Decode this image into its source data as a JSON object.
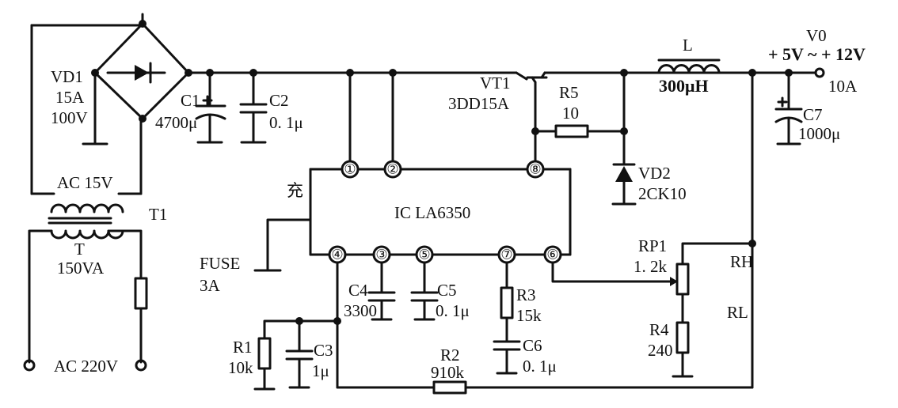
{
  "labels": {
    "vd1": "VD1",
    "vd1_current": "15A",
    "vd1_voltage": "100V",
    "c1": "C1",
    "c1_value": "4700μ",
    "c2": "C2",
    "c2_value": "0. 1μ",
    "vt1": "VT1",
    "vt1_type": "3DD15A",
    "r5": "R5",
    "r5_value": "10",
    "inductor": "L",
    "inductor_value": "300μH",
    "output_name": "V0",
    "output_range": "+ 5V ~ + 12V",
    "output_current": "10A",
    "c7": "C7",
    "c7_value": "1000μ",
    "ac15": "AC 15V",
    "t1": "T1",
    "transformer": "T",
    "transformer_rating": "150VA",
    "ac220": "AC 220V",
    "charge_mark": "充",
    "ic": "IC LA6350",
    "vd2": "VD2",
    "vd2_type": "2CK10",
    "fuse": "FUSE",
    "fuse_rating": "3A",
    "c4": "C4",
    "c4_value": "3300",
    "c5": "C5",
    "c5_value": "0. 1μ",
    "r3": "R3",
    "r3_value": "15k",
    "c6": "C6",
    "c6_value": "0. 1μ",
    "rp1": "RP1",
    "rp1_value": "1. 2k",
    "rh": "RH",
    "rl": "RL",
    "r4": "R4",
    "r4_value": "240",
    "r1": "R1",
    "r1_value": "10k",
    "c3": "C3",
    "c3_value": "1μ",
    "r2": "R2",
    "r2_value": "910k"
  },
  "pins": [
    "①",
    "②",
    "⑧",
    "④",
    "③",
    "⑤",
    "⑦",
    "⑥"
  ]
}
